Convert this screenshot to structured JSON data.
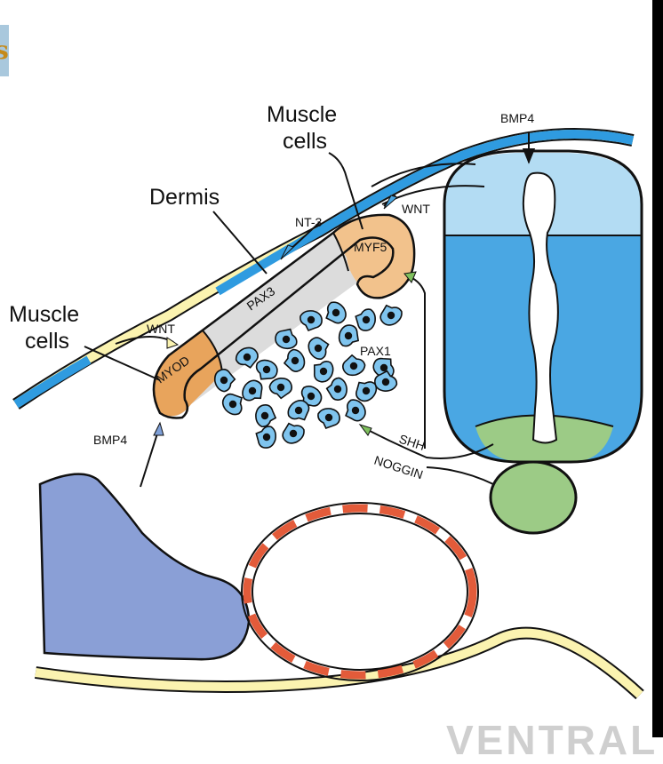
{
  "corner_tab_glyph": "s",
  "labels": {
    "muscle_cells_top": [
      "Muscle",
      "cells"
    ],
    "dermis": "Dermis",
    "muscle_cells_left": [
      "Muscle",
      "cells"
    ],
    "bmp4_top": "BMP4",
    "wnt_top": "WNT",
    "nt3": "NT-3",
    "myf5": "MYF5",
    "pax3": "PAX3",
    "wnt_left": "WNT",
    "myod": "MYOD",
    "pax1": "PAX1",
    "bmp4_bottom": "BMP4",
    "shh": "SHH",
    "noggin": "NOGGIN"
  },
  "footer_text": "VENTRAL",
  "colors": {
    "neural_tube_light": "#b3dcf3",
    "neural_tube_dark": "#4aa7e3",
    "floor_plate": "#9ccb86",
    "notochord": "#9ccb86",
    "myotome": "#f2c28c",
    "myod_region": "#e8a45c",
    "pax3_region": "#dcdcdc",
    "ectoderm_blue": "#2f9be0",
    "ectoderm_yellow": "#fbf3b0",
    "lateral_plate": "#8a9fd6",
    "dorsal_aorta": "#e35b3a",
    "sclerotome_cells": "#7fc4ee",
    "wnt_arrow": "#4aa7e3",
    "shh_arrow": "#7fc05e"
  }
}
